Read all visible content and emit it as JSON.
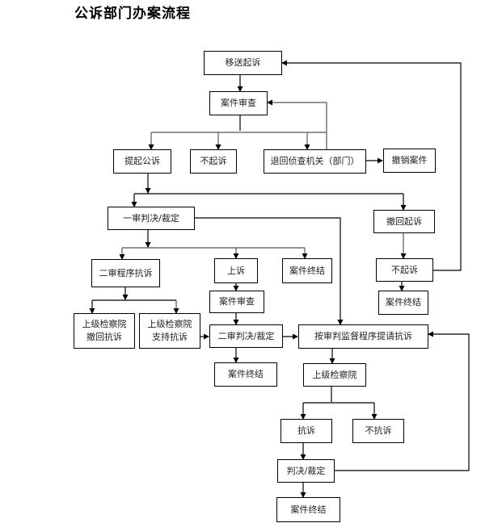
{
  "title": "公诉部门办案流程",
  "nodes": {
    "transfer_prosecution": "移送起诉",
    "case_review_1": "案件审查",
    "public_prosecution": "提起公诉",
    "no_prosecution_1": "不起诉",
    "return_investigation": "退回侦查机关（部门）",
    "revoke_case": "撤销案件",
    "first_instance_judgment": "一审判决/裁定",
    "withdraw_prosecution": "撤回起诉",
    "second_instance_protest": "二审程序抗诉",
    "appeal": "上诉",
    "case_closed_1": "案件终结",
    "no_prosecution_2": "不起诉",
    "case_review_2": "案件审查",
    "case_closed_2": "案件终结",
    "superior_withdraw_protest": "上级检察院\n撤回抗诉",
    "superior_support_protest": "上级检察院\n支持抗诉",
    "second_instance_judgment": "二审判决/裁定",
    "trial_supervision_protest": "按审判监督程序提请抗诉",
    "case_closed_3": "案件终结",
    "superior_procuratorate": "上级检察院",
    "protest": "抗诉",
    "no_protest": "不抗诉",
    "judgment_ruling": "判决/裁定",
    "case_closed_4": "案件终结"
  },
  "edges": [
    [
      "transfer_prosecution",
      "case_review_1"
    ],
    [
      "case_review_1",
      "public_prosecution"
    ],
    [
      "case_review_1",
      "no_prosecution_1"
    ],
    [
      "case_review_1",
      "return_investigation"
    ],
    [
      "return_investigation",
      "case_review_1"
    ],
    [
      "return_investigation",
      "revoke_case"
    ],
    [
      "public_prosecution",
      "first_instance_judgment"
    ],
    [
      "public_prosecution",
      "withdraw_prosecution"
    ],
    [
      "withdraw_prosecution",
      "no_prosecution_2"
    ],
    [
      "no_prosecution_2",
      "transfer_prosecution"
    ],
    [
      "no_prosecution_2",
      "case_closed_2"
    ],
    [
      "first_instance_judgment",
      "second_instance_protest"
    ],
    [
      "first_instance_judgment",
      "appeal"
    ],
    [
      "first_instance_judgment",
      "case_closed_1"
    ],
    [
      "first_instance_judgment",
      "trial_supervision_protest"
    ],
    [
      "second_instance_protest",
      "superior_withdraw_protest"
    ],
    [
      "second_instance_protest",
      "superior_support_protest"
    ],
    [
      "superior_support_protest",
      "second_instance_judgment"
    ],
    [
      "appeal",
      "case_review_2"
    ],
    [
      "case_review_2",
      "second_instance_judgment"
    ],
    [
      "second_instance_judgment",
      "case_closed_3"
    ],
    [
      "second_instance_judgment",
      "trial_supervision_protest"
    ],
    [
      "trial_supervision_protest",
      "superior_procuratorate"
    ],
    [
      "superior_procuratorate",
      "protest"
    ],
    [
      "superior_procuratorate",
      "no_protest"
    ],
    [
      "protest",
      "judgment_ruling"
    ],
    [
      "judgment_ruling",
      "case_closed_4"
    ],
    [
      "judgment_ruling",
      "trial_supervision_protest"
    ]
  ]
}
